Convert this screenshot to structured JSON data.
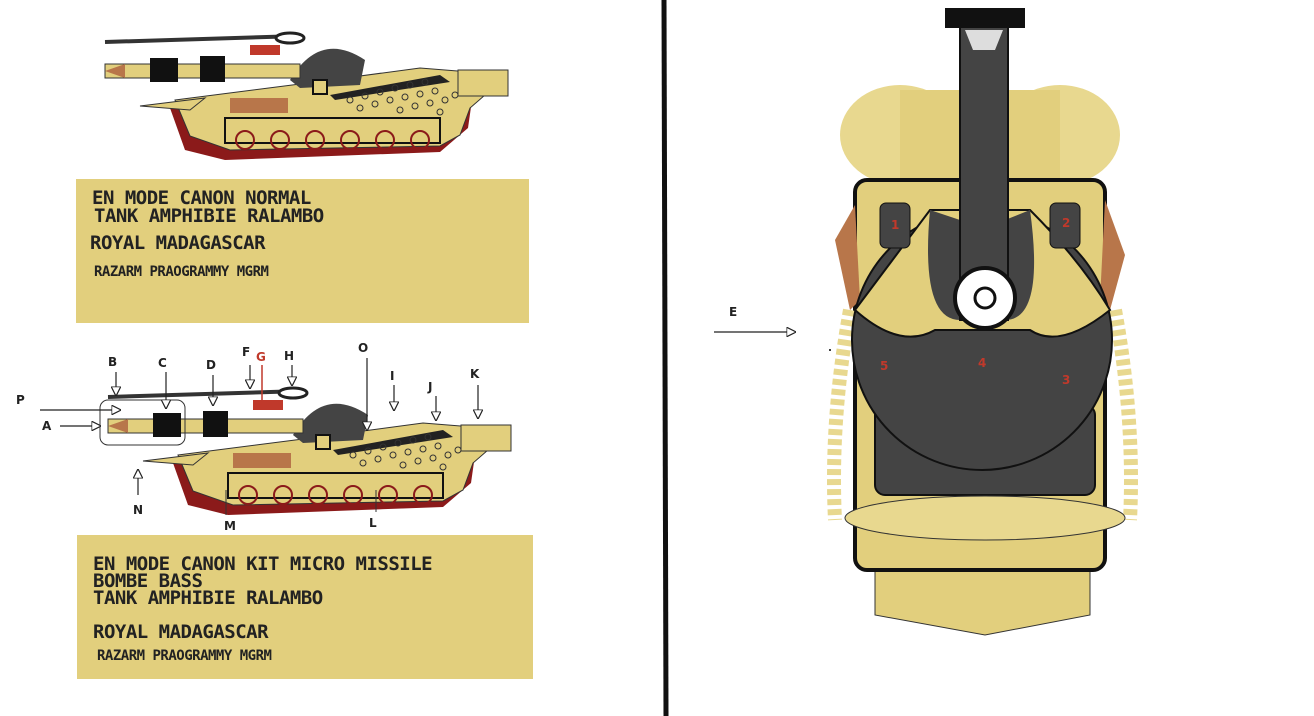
{
  "panel_top": {
    "line1": "EN MODE CANON NORMAL",
    "line2": "TANK AMPHIBIE    RALAMBO",
    "line3": "ROYAL  MADAGASCAR",
    "line4": "RAZARM  PRAOGRAMMY  MGRM"
  },
  "panel_bottom": {
    "line1": "EN MODE CANON KIT  MICRO MISSILE",
    "line2": "BOMBE BASS",
    "line3": "TANK AMPHIBIE  RALAMBO",
    "line4": "ROYAL MADAGASCAR",
    "line5": "RAZARM  PRAOGRAMMY  MGRM"
  },
  "side_labels": {
    "B": "B",
    "C": "C",
    "D": "D",
    "F": "F",
    "G": "G",
    "H": "H",
    "O": "O",
    "I": "I",
    "J": "J",
    "K": "K",
    "P": "P",
    "A": "A",
    "N": "N",
    "M": "M",
    "L": "L"
  },
  "top_view": {
    "arrow_label": "E",
    "hatch_1": "1",
    "hatch_2": "2",
    "zone_3": "3",
    "zone_4": "4",
    "zone_5": "5"
  },
  "colors": {
    "sand": "#e2cf7d",
    "dark": "#444444",
    "brown": "#b8764a",
    "red": "#8b1a1a",
    "label_red": "#c0392b"
  }
}
